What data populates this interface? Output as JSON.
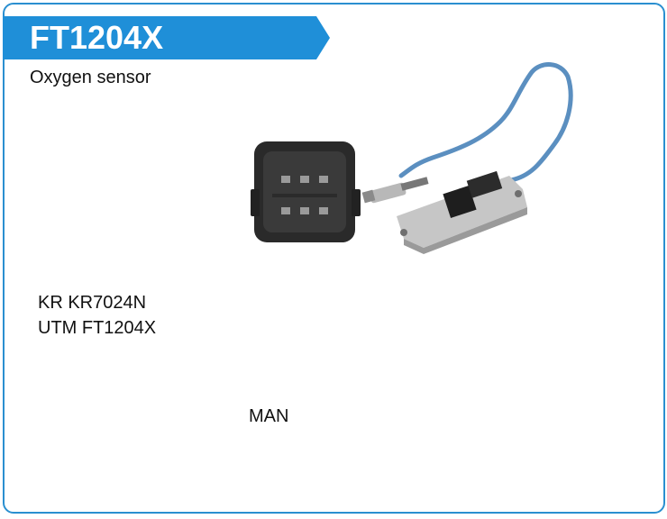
{
  "header": {
    "part_number": "FT1204X",
    "accent_color": "#1f8fd8"
  },
  "product": {
    "type": "Oxygen sensor",
    "image_icon": "nox-sensor-image"
  },
  "cross_references": [
    {
      "text": "KR KR7024N"
    },
    {
      "text": "UTM FT1204X"
    }
  ],
  "application": {
    "brand": "MAN"
  }
}
